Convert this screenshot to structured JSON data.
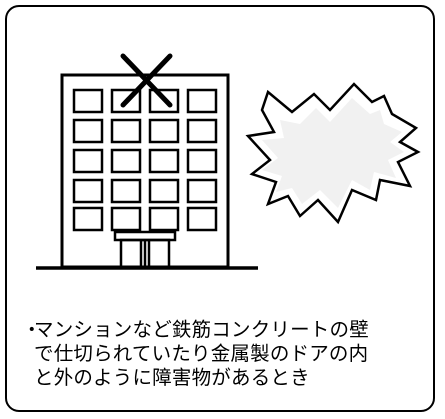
{
  "colors": {
    "ink": "#000000",
    "background": "#ffffff"
  },
  "icons": {
    "building": "apartment-building-icon",
    "cross": "x-mark-icon",
    "burst": "signal-burst-icon"
  },
  "caption": {
    "bullet": "・",
    "lines": [
      "マンションなど鉄筋コンクリートの壁",
      "で仕切られていたり金属製のドアの内",
      "と外のように障害物があるとき"
    ]
  }
}
